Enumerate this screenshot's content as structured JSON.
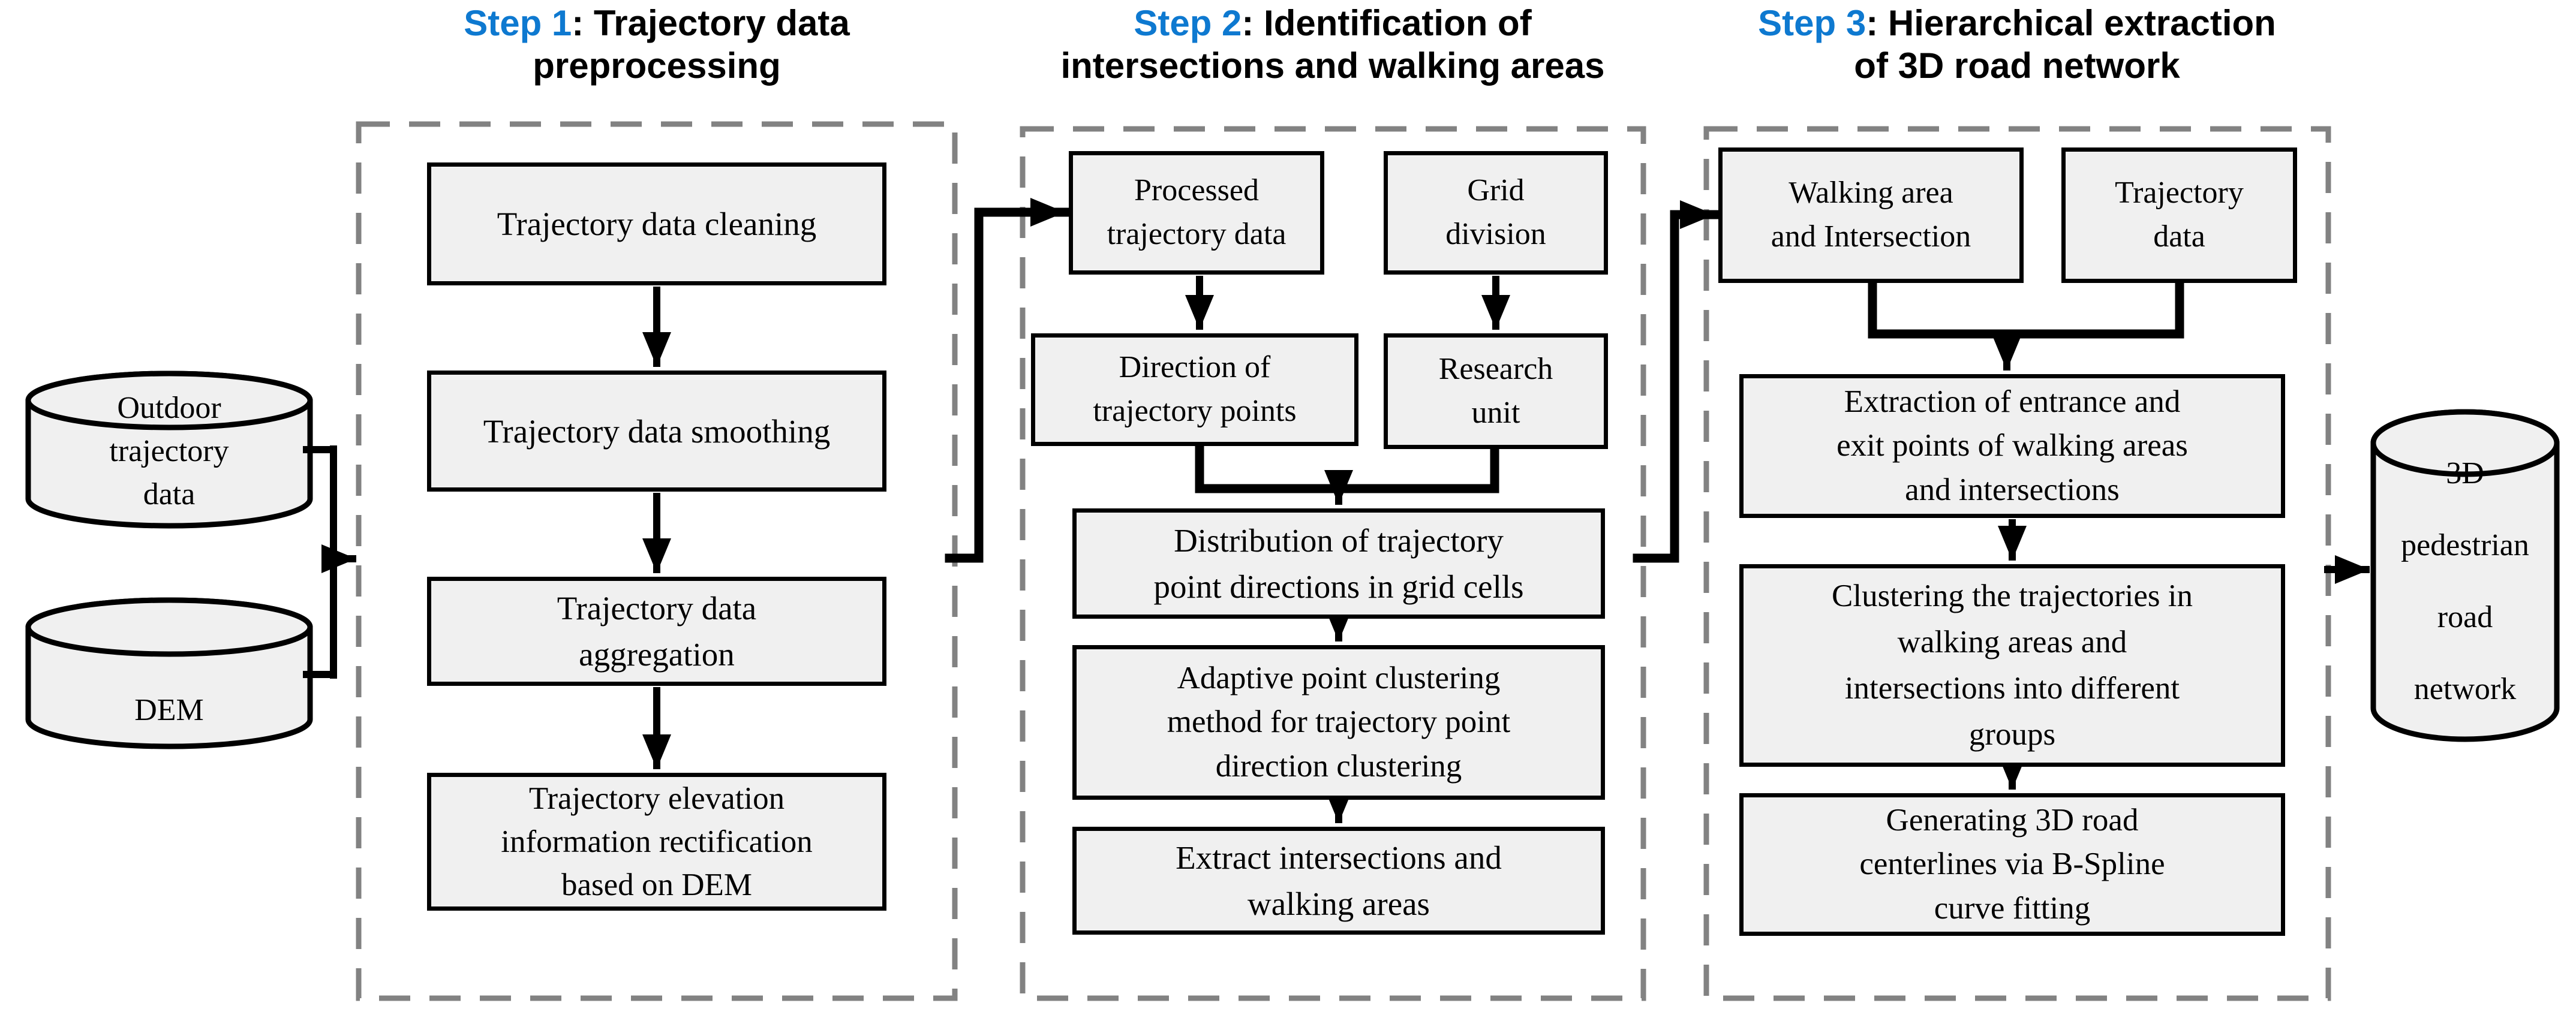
{
  "colors": {
    "accent": "#0e79d0",
    "box_fill": "#f0f0f0",
    "box_border": "#000000",
    "dashed": "#828282"
  },
  "headers": [
    {
      "step": "Step 1",
      "rest": ": Trajectory data",
      "line2": "preprocessing"
    },
    {
      "step": "Step 2",
      "rest": ": Identification of",
      "line2": "intersections and walking areas"
    },
    {
      "step": "Step 3",
      "rest": ": Hierarchical extraction",
      "line2": "of 3D road network"
    }
  ],
  "datastores": {
    "outdoor": "Outdoor\ntrajectory\ndata",
    "dem": "DEM",
    "output": "3D\npedestrian\nroad\nnetwork"
  },
  "step1": {
    "boxes": [
      "Trajectory data cleaning",
      "Trajectory data smoothing",
      "Trajectory data\naggregation",
      "Trajectory elevation\ninformation rectification\nbased on DEM"
    ]
  },
  "step2": {
    "boxes": [
      "Processed\ntrajectory data",
      "Grid\ndivision",
      "Direction of\ntrajectory points",
      "Research\nunit",
      "Distribution of trajectory\npoint directions in grid cells",
      "Adaptive point clustering\nmethod for trajectory point\ndirection clustering",
      "Extract intersections and\nwalking areas"
    ]
  },
  "step3": {
    "boxes": [
      "Walking area\nand Intersection",
      "Trajectory\ndata",
      "Extraction of entrance and\nexit points of walking areas\nand intersections",
      "Clustering the trajectories in\nwalking areas and\nintersections into different\ngroups",
      "Generating 3D road\ncenterlines via B-Spline\ncurve fitting"
    ]
  }
}
